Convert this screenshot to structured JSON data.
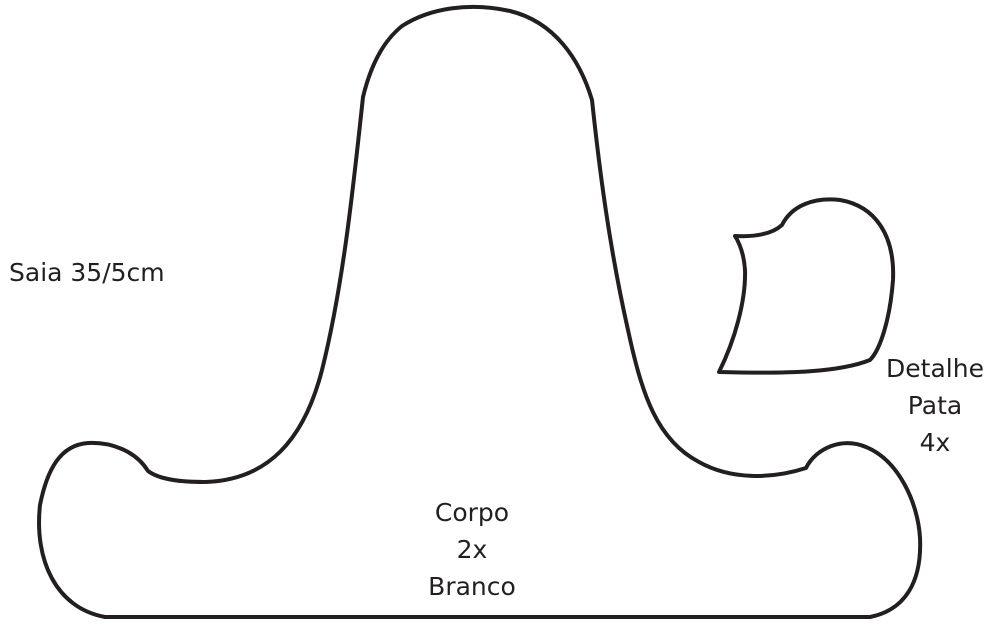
{
  "skirt_note": "Saia 35/5cm",
  "body_piece": {
    "name": "Corpo",
    "quantity": "2x",
    "color": "Branco"
  },
  "paw_piece": {
    "name_line1": "Detalhe",
    "name_line2": "Pata",
    "quantity": "4x"
  },
  "colors": {
    "outline": "#231f20",
    "background": "#ffffff"
  }
}
